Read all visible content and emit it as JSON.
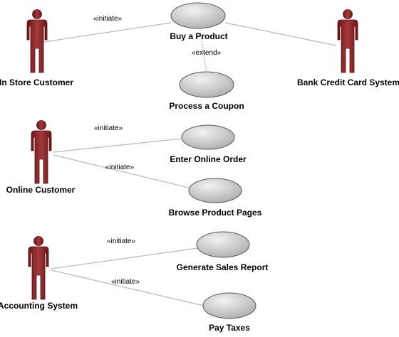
{
  "diagram": {
    "colors": {
      "actor": "#8b2a2c",
      "actor_dark": "#5a0f10",
      "use_case": "#c8c8c8",
      "line": "#b8b8b8"
    },
    "actors": {
      "in_store_customer": "In Store Customer",
      "bank_system": "Bank Credit Card System",
      "online_customer": "Online Customer",
      "accounting_system": "Accounting System"
    },
    "use_cases": {
      "buy_product": "Buy a Product",
      "process_coupon": "Process a Coupon",
      "enter_online_order": "Enter Online Order",
      "browse_pages": "Browse Product Pages",
      "generate_report": "Generate Sales Report",
      "pay_taxes": "Pay Taxes"
    },
    "stereotypes": {
      "initiate_1": "«initiate»",
      "extend_1": "«extend»",
      "initiate_2": "«initiate»",
      "initiate_3": "«initiate»",
      "initiate_4": "«initiate»",
      "initiate_5": "«initiate»"
    }
  }
}
